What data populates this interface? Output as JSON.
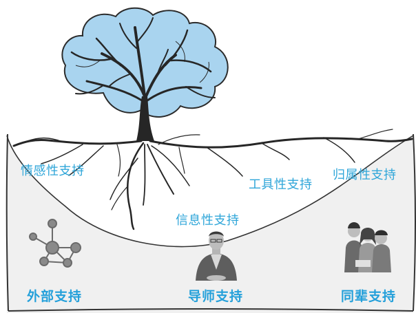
{
  "colors": {
    "crown": "#a9d4ef",
    "crown_outline": "#2b2b2b",
    "trunk": "#262626",
    "ground_fill": "#f0f0f0",
    "label_color": "#2fa6d9"
  },
  "support_types": [
    {
      "label": "情感性支持"
    },
    {
      "label": "工具性支持"
    },
    {
      "label": "归属性支持"
    },
    {
      "label": "信息性支持"
    }
  ],
  "sources": [
    {
      "label": "外部支持",
      "icon": "network-icon"
    },
    {
      "label": "导师支持",
      "icon": "mentor-icon"
    },
    {
      "label": "同辈支持",
      "icon": "peer-group-icon"
    }
  ]
}
